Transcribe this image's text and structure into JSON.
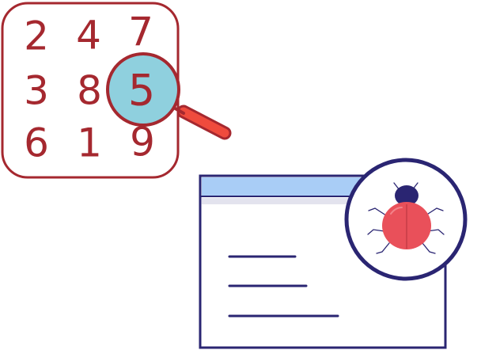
{
  "number_grid": {
    "digits": [
      "2",
      "4",
      "7",
      "3",
      "8",
      "5",
      "6",
      "1",
      "9"
    ]
  },
  "colors": {
    "grid_stroke": "#a5282f",
    "digit": "#a5282f",
    "magnifier_lens": "#8fd0de",
    "magnifier_handle": "#ef4b3d",
    "window_outline": "#2a2572",
    "window_title_bar": "#a9cdf6",
    "window_shadow": "#e3e3ee",
    "bug_body": "#e9505a",
    "bug_head": "#2a2572"
  },
  "icons": {
    "grid": "number-grid-icon",
    "magnifier": "magnifier-icon",
    "window": "browser-window-icon",
    "bug": "bug-icon"
  }
}
